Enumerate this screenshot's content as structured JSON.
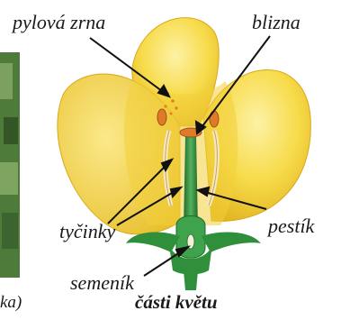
{
  "labels": {
    "pollen": "pylová zrna",
    "stigma": "blizna",
    "stamens": "tyčinky",
    "pistil": "pestík",
    "ovary": "semeník",
    "caption": "části květu",
    "left_fragment": "ka)"
  },
  "colors": {
    "petal": "#f5d63a",
    "petal_light": "#fbe97e",
    "petal_edge": "#d9a81a",
    "stem": "#2f8f3a",
    "pistil": "#3fa34d",
    "anther": "#e07a28",
    "photo_green": "#4e7a3a"
  }
}
